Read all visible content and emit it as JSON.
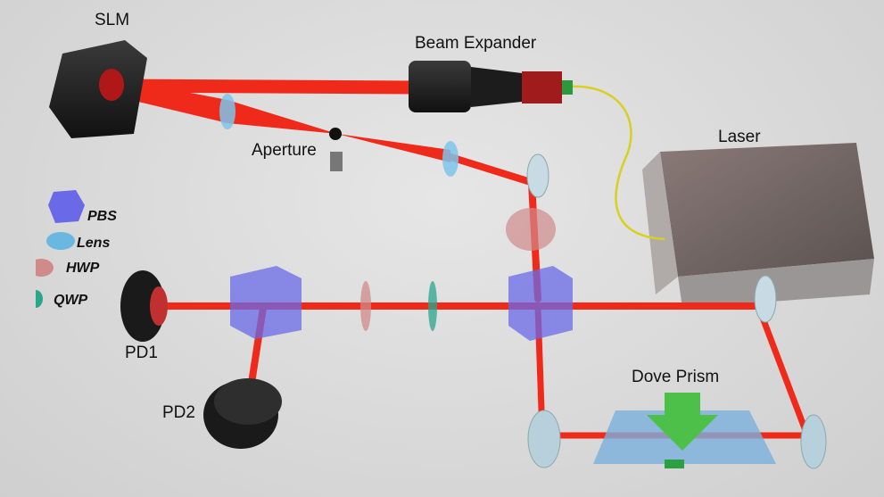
{
  "labels": {
    "slm": "SLM",
    "beam_expander": "Beam Expander",
    "aperture": "Aperture",
    "laser": "Laser",
    "pd1": "PD1",
    "pd2": "PD2",
    "dove_prism": "Dove Prism"
  },
  "legend": [
    {
      "label": "PBS",
      "color": "#6a6ae8"
    },
    {
      "label": "Lens",
      "color": "#6ab8e0"
    },
    {
      "label": "HWP",
      "color": "#d08a8a"
    },
    {
      "label": "QWP",
      "color": "#2aa58e"
    }
  ],
  "colors": {
    "beam": "#f02a1a",
    "fiber": "#d8d020"
  }
}
